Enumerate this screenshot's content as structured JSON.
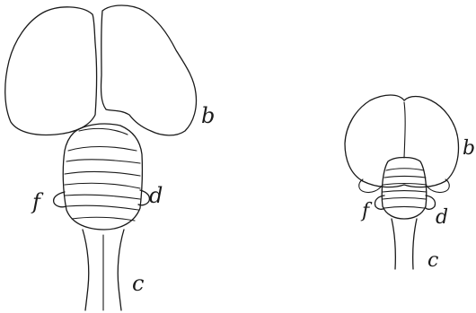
{
  "figure": {
    "left_drawing": {
      "labels": {
        "b": "b",
        "d": "d",
        "f": "f",
        "c": "c"
      }
    },
    "right_drawing": {
      "labels": {
        "b": "b",
        "d": "d",
        "f": "f",
        "c": "c"
      }
    }
  }
}
